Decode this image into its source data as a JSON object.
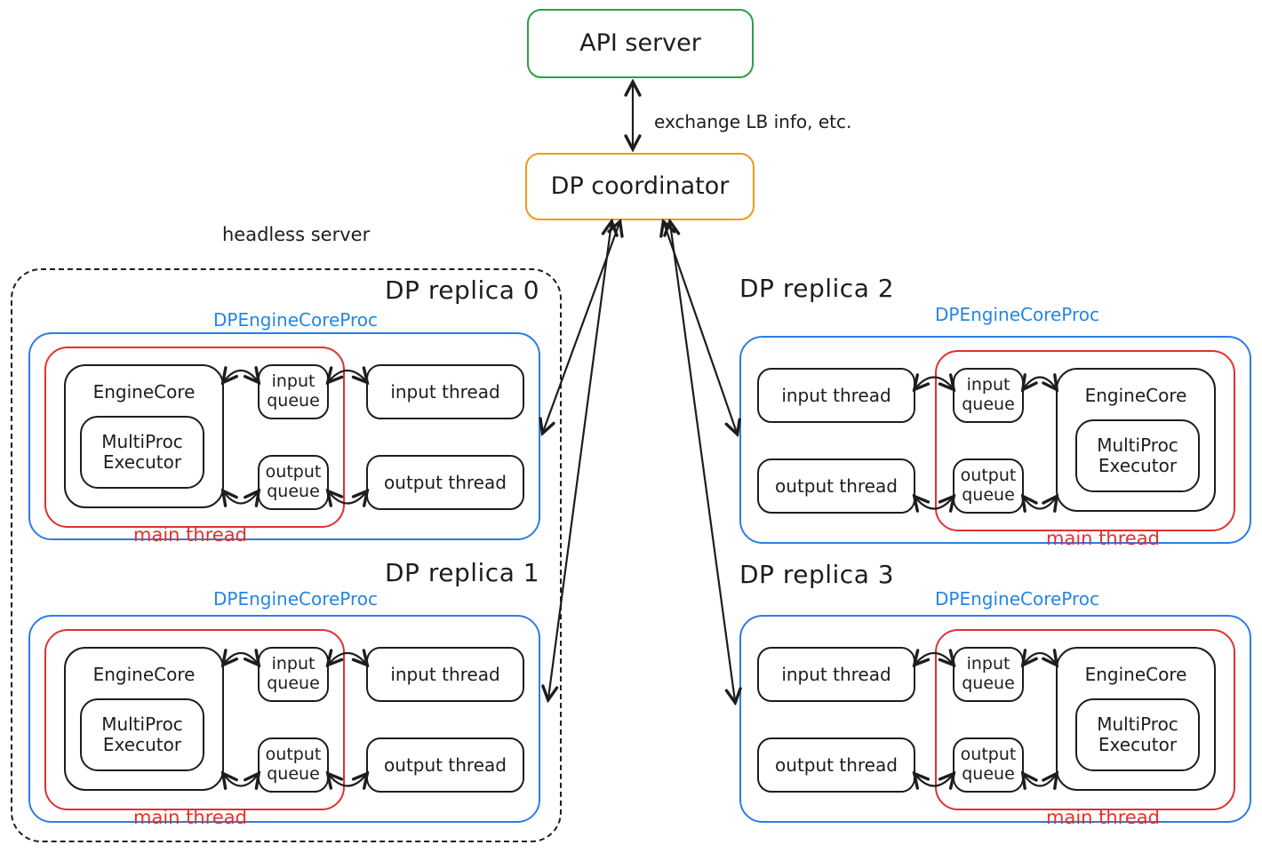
{
  "top": {
    "api_server": "API server",
    "coordinator": "DP coordinator",
    "exchange_label": "exchange LB info, etc."
  },
  "headless": {
    "label": "headless server"
  },
  "shared": {
    "proc_label": "DPEngineCoreProc",
    "engine_core": "EngineCore",
    "multiproc_executor": "MultiProc Executor",
    "input_queue": "input queue",
    "output_queue": "output queue",
    "input_thread": "input thread",
    "output_thread": "output thread",
    "main_thread": "main thread"
  },
  "replicas": [
    {
      "title": "DP replica 0"
    },
    {
      "title": "DP replica 1"
    },
    {
      "title": "DP replica 2"
    },
    {
      "title": "DP replica 3"
    }
  ],
  "colors": {
    "green": "#2f9e44",
    "orange": "#f0991c",
    "blue": "#2e7de0",
    "blue_label": "#2486e3",
    "red": "#e03131",
    "ink": "#1d1d1e"
  }
}
